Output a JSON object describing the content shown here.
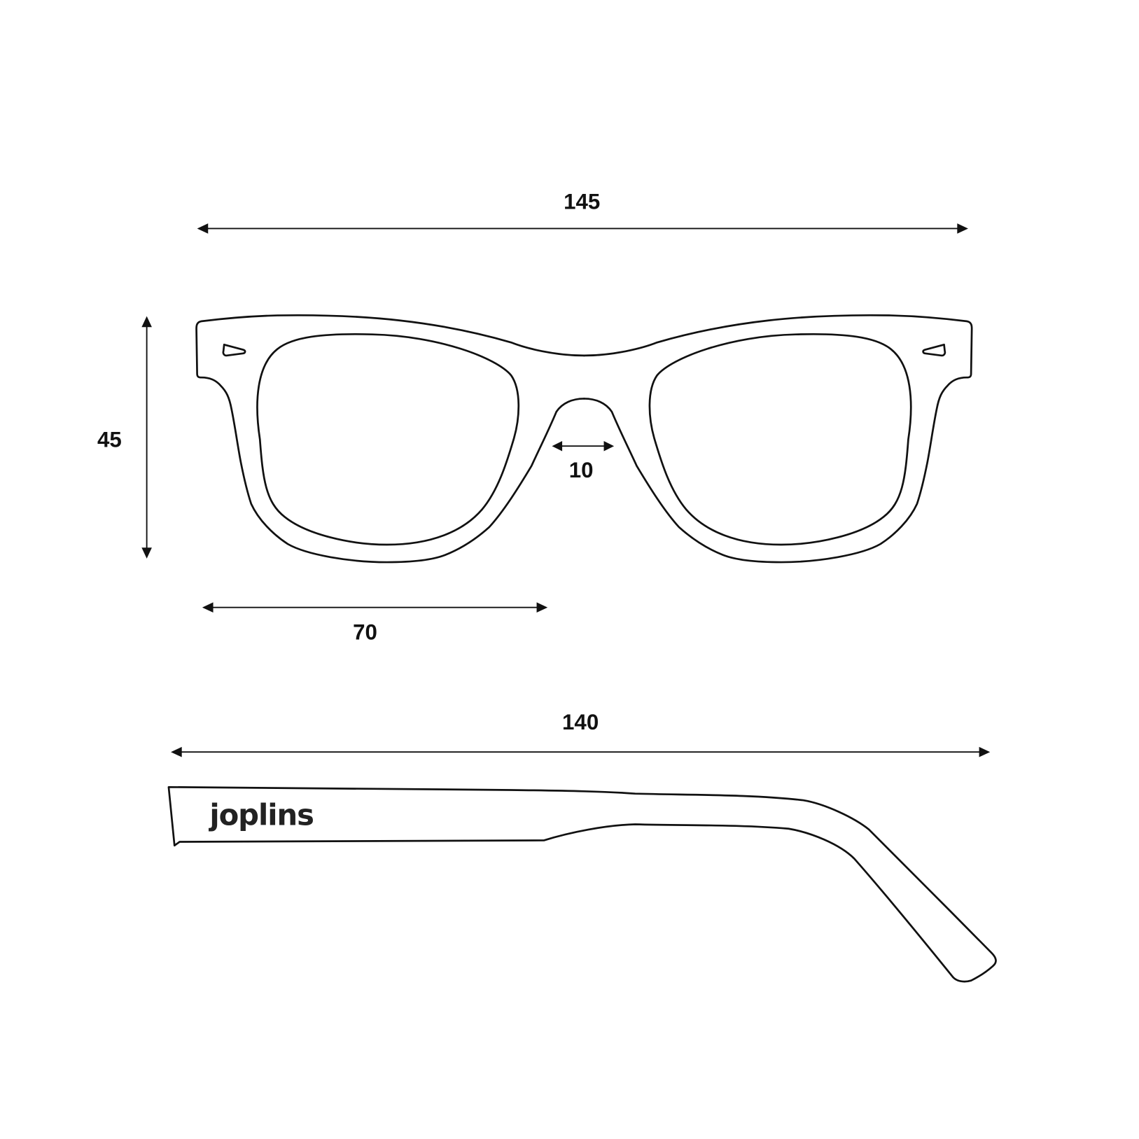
{
  "dimensions": {
    "total_width": "145",
    "height": "45",
    "bridge": "10",
    "lens_width": "70",
    "temple_length": "140"
  },
  "logo": "joplins",
  "colors": {
    "line": "#111111",
    "background": "#ffffff"
  }
}
